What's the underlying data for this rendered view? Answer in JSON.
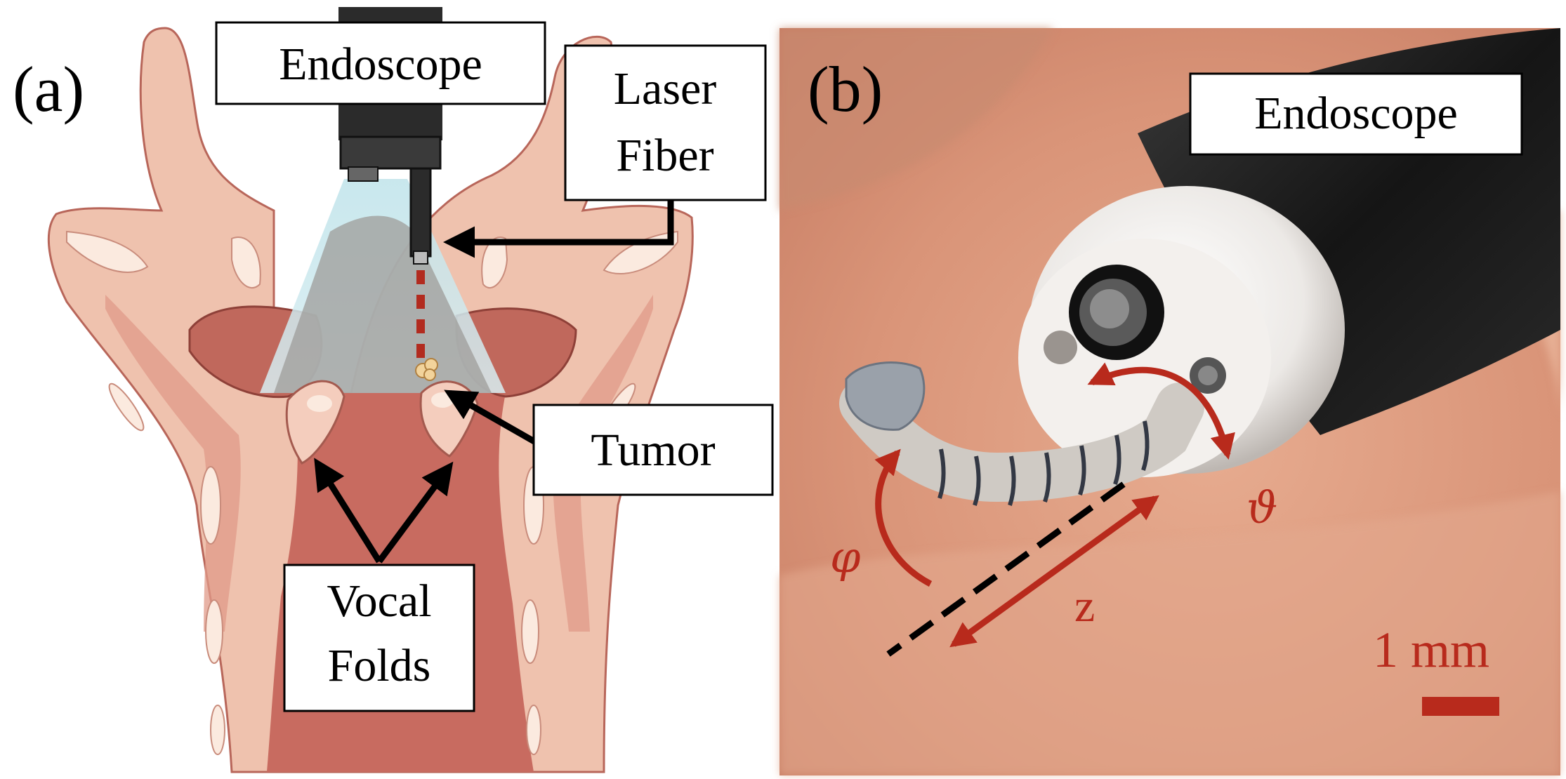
{
  "panel_a": {
    "label": "(a)",
    "labels": {
      "endoscope": "Endoscope",
      "laser_line1": "Laser",
      "laser_line2": "Fiber",
      "tumor": "Tumor",
      "vocal_line1": "Vocal",
      "vocal_line2": "Folds"
    }
  },
  "panel_b": {
    "label": "(b)",
    "endoscope": "Endoscope",
    "theta": "ϑ",
    "phi": "φ",
    "z": "z",
    "scale": "1 mm"
  },
  "colors": {
    "tissue_light": "#f2c6b3",
    "tissue_mid": "#e2a08e",
    "tissue_dark": "#c0685c",
    "cartilage": "#fbe9dc",
    "camera_body": "#2b2b2b",
    "light_cone": "#cfe9ef",
    "shadow_cone": "#9b9b9b",
    "laser_red": "#b22b1f",
    "photo_bg": "#d9967a",
    "annotation_red": "#b82a1c"
  }
}
